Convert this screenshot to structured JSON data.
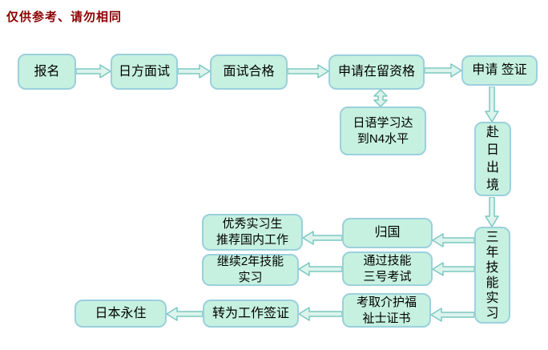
{
  "title": "仅供参考、请勿相同",
  "colors": {
    "title_color": "#8b0000",
    "box_fill": "#c6f1e0",
    "box_border": "#9bd0dc",
    "arrow_fill": "#dcf4ec",
    "arrow_border": "#7cc8c2"
  },
  "flowchart": {
    "nodes": {
      "signup": {
        "label": "报名"
      },
      "japan_interview": {
        "label": "日方面试"
      },
      "interview_pass": {
        "label": "面试合格"
      },
      "residence_status": {
        "label": "申请在留资格"
      },
      "apply_visa": {
        "label": "申请 签证"
      },
      "japanese_n4": {
        "label": "日语学习达\n到N4水平"
      },
      "depart_to_japan": {
        "label": "赴\n日\n出\n境"
      },
      "three_year_training": {
        "label": "三\n年\n技\n能\n实\n习"
      },
      "return_home": {
        "label": "归国"
      },
      "recommend_domestic_work": {
        "label": "优秀实习生\n推荐国内工作"
      },
      "skill_exam_no3": {
        "label": "通过技能\n三号考试"
      },
      "continue_2yr_training": {
        "label": "继续2年技能\n实习"
      },
      "caregiver_certificate": {
        "label": "考取介护福\n祉士证书"
      },
      "work_visa": {
        "label": "转为工作签证"
      },
      "japan_permanent": {
        "label": "日本永住"
      }
    }
  }
}
